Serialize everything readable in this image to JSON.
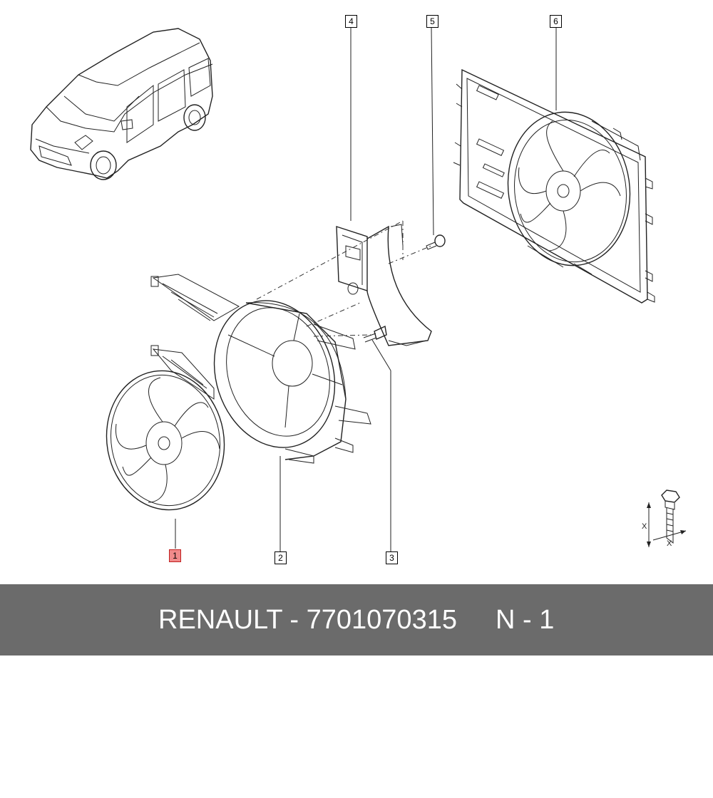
{
  "callouts": [
    {
      "num": "1",
      "highlighted": true
    },
    {
      "num": "2",
      "highlighted": false
    },
    {
      "num": "3",
      "highlighted": false
    },
    {
      "num": "4",
      "highlighted": false
    },
    {
      "num": "5",
      "highlighted": false
    },
    {
      "num": "6",
      "highlighted": false
    }
  ],
  "torque_symbol": {
    "label_vertical": "X",
    "label_horizontal": "X"
  },
  "footer": {
    "part_text": "RENAULT - 7701070315",
    "quantity_text": "N - 1"
  },
  "colors": {
    "highlight": "#f08a8a",
    "footer_bg": "#6b6b6b",
    "footer_text": "#ffffff"
  }
}
